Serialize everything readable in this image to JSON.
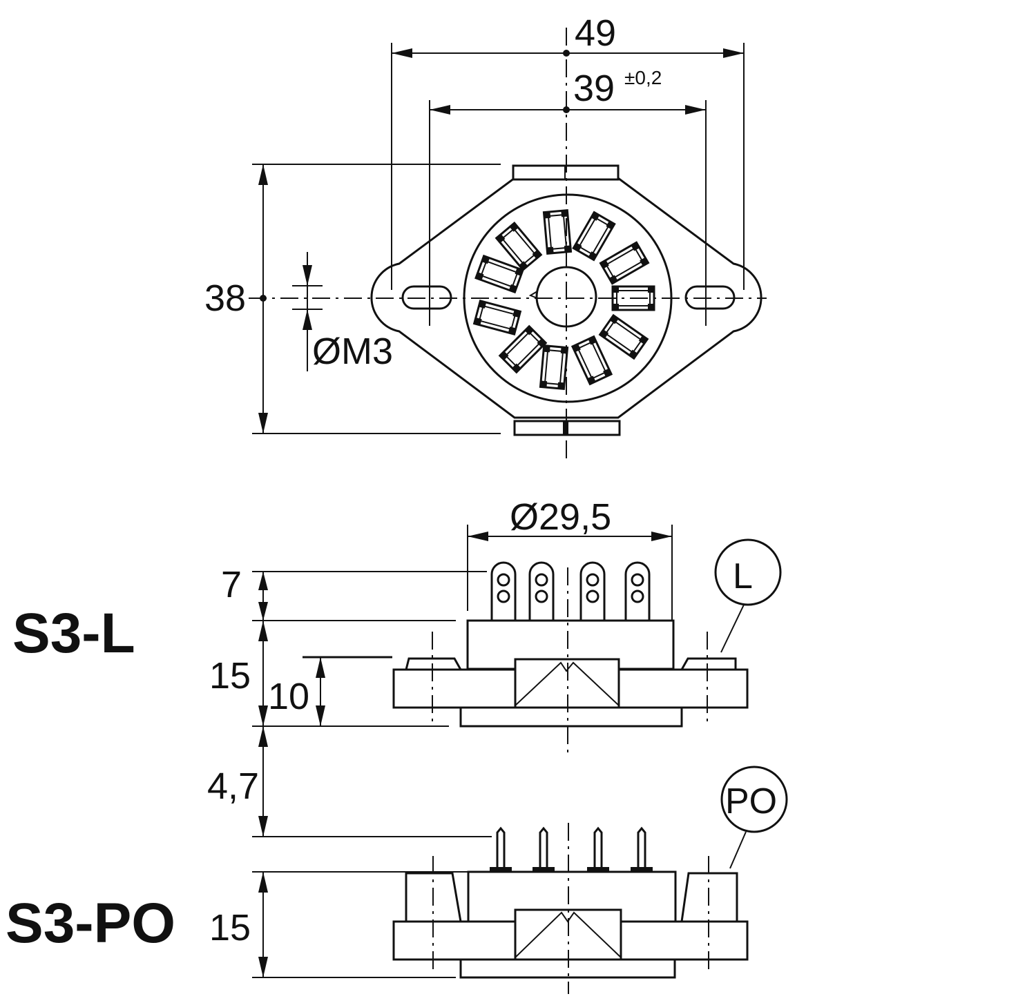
{
  "dimensions": {
    "overall_width": "49",
    "hole_pitch": "39",
    "hole_pitch_tolerance": "±0,2",
    "overall_height": "38",
    "hole_size": "ØM3",
    "socket_diameter": "Ø29,5",
    "terminal_height_l": "7",
    "body_height_l": "15",
    "flange_height": "10",
    "pin_height_po": "4,7",
    "body_height_po": "15"
  },
  "models": {
    "l_label": "S3-L",
    "po_label": "S3-PO",
    "l_callout": "L",
    "po_callout": "PO"
  }
}
